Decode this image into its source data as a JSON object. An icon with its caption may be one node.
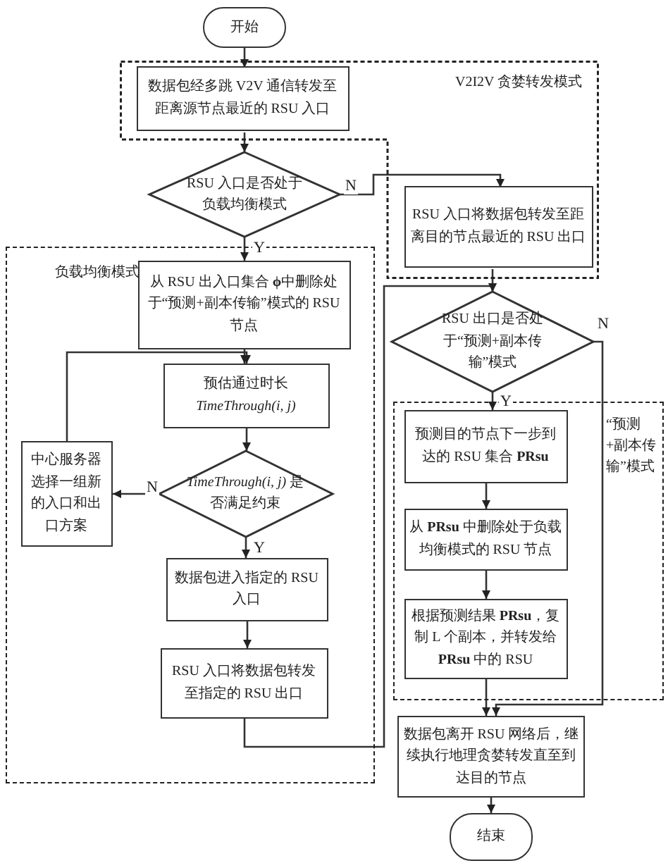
{
  "diagram": {
    "nodes": [
      {
        "text": [
          "开始"
        ]
      },
      {
        "text": [
          "V2I2V 贪婪转发模式"
        ]
      },
      {
        "text": [
          "数据包经多跳 V2V 通信转发至距离源节点最近的 RSU 入口"
        ],
        "in": 1
      },
      {
        "text": [
          "RSU 入口是否处于负载均衡模式"
        ]
      },
      {
        "text": [
          "RSU 入口将数据包转发至距离目的节点最近的 RSU 出口"
        ],
        "in": 1
      },
      {
        "text": [
          "负载均衡模式"
        ]
      },
      {
        "text": [
          "从 RSU 出入口集合 **ϕ**中删除处于“预测+副本传输”模式的 RSU 节点"
        ],
        "in": 5
      },
      {
        "text": [
          "预估通过时长 *TimeThrough(i, j)*"
        ],
        "in": 5
      },
      {
        "text": [
          "*TimeThrough(i, j)* 是否满足约束"
        ],
        "in": 5
      },
      {
        "text": [
          "中心服务器选择一组新的入口和出口方案"
        ],
        "in": 5
      },
      {
        "text": [
          "数据包进入指定的 RSU 入口"
        ],
        "in": 5
      },
      {
        "text": [
          "RSU 入口将数据包转发至指定的 RSU 出口"
        ],
        "in": 5
      },
      {
        "text": [
          "RSU 出口是否处于“预测+副本传输”模式"
        ]
      },
      {
        "text": [
          "“预测+副本传输”模式"
        ]
      },
      {
        "text": [
          "预测目的节点下一步到达的 RSU 集合 **PRsu**"
        ],
        "in": 13
      },
      {
        "text": [
          "从 **PRsu** 中删除处于负载均衡模式的 RSU 节点"
        ],
        "in": 13
      },
      {
        "text": [
          "根据预测结果 **PRsu**，复制 L 个副本，并转发给 **PRsu** 中的 RSU"
        ],
        "in": 13
      },
      {
        "text": [
          "数据包离开 RSU 网络后，继续执行地理贪婪转发直至到达目的节点"
        ]
      },
      {
        "text": [
          "结束"
        ]
      }
    ],
    "edges": [
      {
        "from": 0,
        "to": 2,
        "arrow": "to"
      },
      {
        "from": 2,
        "to": 3,
        "arrow": "to"
      },
      {
        "from": 3,
        "to": 4,
        "arrow": "to",
        "label": "N"
      },
      {
        "from": 3,
        "to": 6,
        "arrow": "to",
        "label": "Y"
      },
      {
        "from": 6,
        "to": 7,
        "arrow": "to"
      },
      {
        "from": 7,
        "to": 8,
        "arrow": "to"
      },
      {
        "from": 8,
        "to": 9,
        "arrow": "to",
        "label": "N"
      },
      {
        "from": 9,
        "to": 7,
        "arrow": "to"
      },
      {
        "from": 8,
        "to": 10,
        "arrow": "to",
        "label": "Y"
      },
      {
        "from": 10,
        "to": 11,
        "arrow": "to"
      },
      {
        "from": 11,
        "to": 12,
        "arrow": "to"
      },
      {
        "from": 4,
        "to": 12,
        "arrow": "to"
      },
      {
        "from": 12,
        "to": 14,
        "arrow": "to",
        "label": "Y"
      },
      {
        "from": 14,
        "to": 15,
        "arrow": "to"
      },
      {
        "from": 15,
        "to": 16,
        "arrow": "to"
      },
      {
        "from": 16,
        "to": 17,
        "arrow": "to"
      },
      {
        "from": 12,
        "to": 17,
        "arrow": "to",
        "label": "N"
      },
      {
        "from": 17,
        "to": 18,
        "arrow": "to"
      }
    ]
  }
}
